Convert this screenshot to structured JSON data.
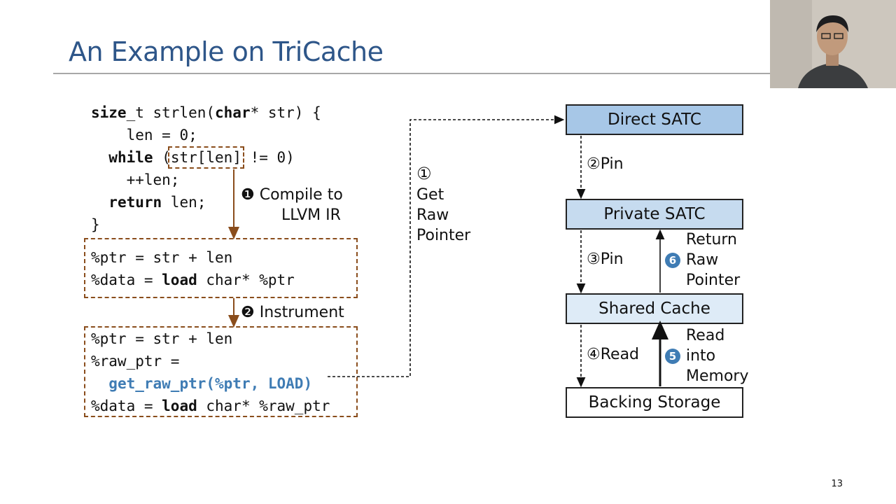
{
  "slide": {
    "title": "An Example on TriCache",
    "page_number": "13"
  },
  "code": {
    "source": {
      "l1_kw": "size",
      "l1_rest": "_t strlen(",
      "l1_kw2": "char",
      "l1_rest2": "* str) {",
      "l2": "  len = 0;",
      "l3_kw": "while",
      "l3_a": " (",
      "l3_box": "str[len]",
      "l3_b": " != 0)",
      "l4": "    ++len;",
      "l5_kw": "return",
      "l5_rest": " len;",
      "l6": "}"
    },
    "ir": {
      "l1": "%ptr = str + len",
      "l2_a": "%data = ",
      "l2_kw": "load",
      "l2_b": " char* %ptr"
    },
    "inst": {
      "l1": "%ptr = str + len",
      "l2": "%raw_ptr =",
      "l3_fn": "get_raw_ptr(%ptr, LOAD)",
      "l4_a": "%data = ",
      "l4_kw": "load",
      "l4_b": " char* %raw_ptr"
    }
  },
  "steps": {
    "s1_marker": "❶",
    "s1_line1": "Compile to",
    "s1_line2": "LLVM IR",
    "s2_marker": "❷",
    "s2_label": "Instrument",
    "get_marker": "①",
    "get_line1": "Get",
    "get_line2": "Raw",
    "get_line3": "Pointer"
  },
  "hierarchy": {
    "direct_satc": "Direct SATC",
    "private_satc": "Private SATC",
    "shared_cache": "Shared Cache",
    "backing_storage": "Backing Storage",
    "pin2_marker": "②",
    "pin2_label": "Pin",
    "pin3_marker": "③",
    "pin3_label": "Pin",
    "read4_marker": "④",
    "read4_label": "Read",
    "ret6_marker": "6",
    "ret6_line1": "Return",
    "ret6_line2": "Raw",
    "ret6_line3": "Pointer",
    "read5_marker": "5",
    "read5_line1": "Read",
    "read5_line2": "into",
    "read5_line3": "Memory"
  },
  "colors": {
    "title": "#2e5689",
    "direct_fill": "#a7c7e7",
    "private_fill": "#c6dbef",
    "shared_fill": "#deebf7",
    "accent_marker": "#3f7cb4",
    "dash_brown": "#8a4d1c"
  }
}
